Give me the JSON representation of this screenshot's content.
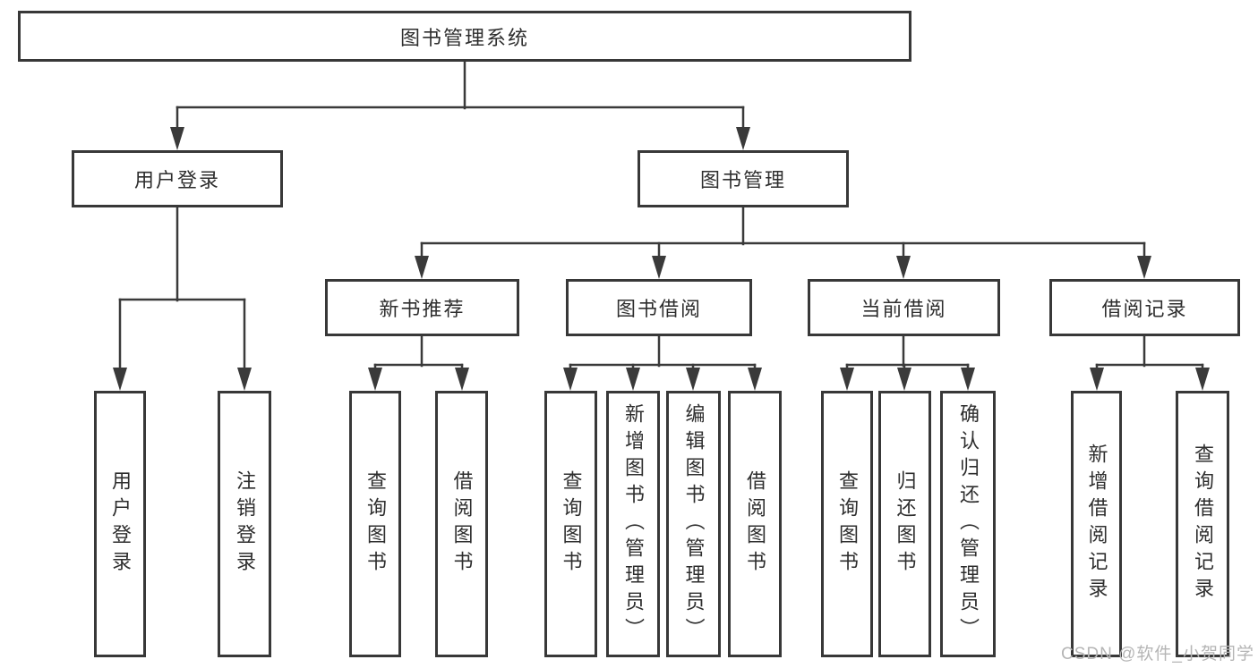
{
  "diagram_type": "tree",
  "tree": {
    "label": "图书管理系统",
    "children": [
      {
        "label": "用户登录",
        "children": [
          {
            "label": "用户登录"
          },
          {
            "label": "注销登录"
          }
        ]
      },
      {
        "label": "图书管理",
        "children": [
          {
            "label": "新书推荐",
            "children": [
              {
                "label": "查询图书"
              },
              {
                "label": "借阅图书"
              }
            ]
          },
          {
            "label": "图书借阅",
            "children": [
              {
                "label": "查询图书"
              },
              {
                "label": "新增图书（管理员）"
              },
              {
                "label": "编辑图书（管理员）"
              },
              {
                "label": "借阅图书"
              }
            ]
          },
          {
            "label": "当前借阅",
            "children": [
              {
                "label": "查询图书"
              },
              {
                "label": "归还图书"
              },
              {
                "label": "确认归还（管理员）"
              }
            ]
          },
          {
            "label": "借阅记录",
            "children": [
              {
                "label": "新增借阅记录"
              },
              {
                "label": "查询借阅记录"
              }
            ]
          }
        ]
      }
    ]
  },
  "watermark": {
    "text": "CSDN @软件_小贺同学"
  },
  "colors": {
    "line": "#3a3a3a",
    "border": "#383838",
    "text": "#2e2e2e",
    "watermark": "#b5b5b5",
    "background": "#ffffff"
  }
}
